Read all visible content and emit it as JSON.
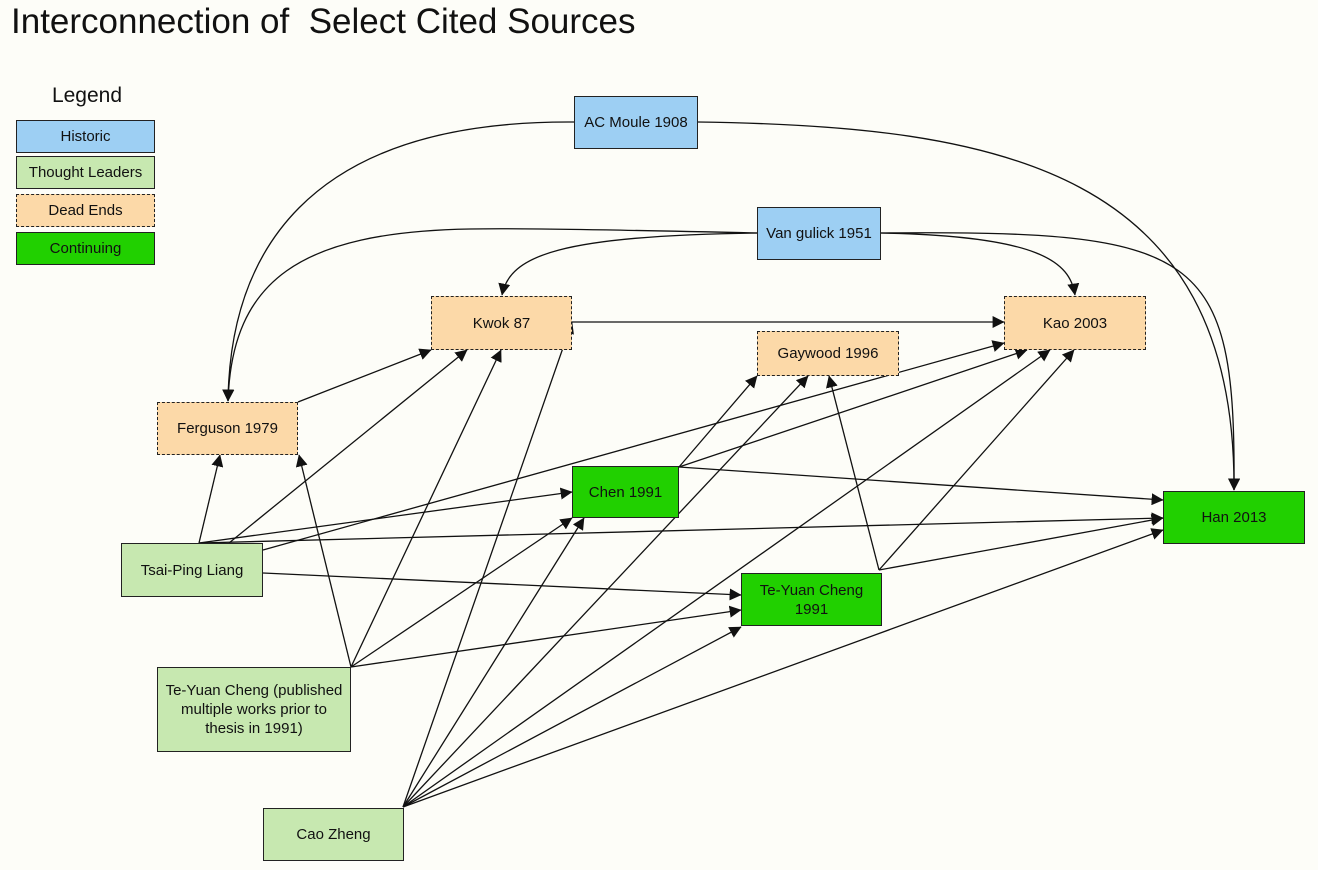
{
  "title": "Interconnection of  Select Cited Sources",
  "legend": {
    "title": "Legend",
    "items": [
      {
        "label": "Historic",
        "color": "#9dcff3",
        "style": "solid"
      },
      {
        "label": "Thought Leaders",
        "color": "#c7e8b0",
        "style": "solid"
      },
      {
        "label": "Dead Ends",
        "color": "#fcd9a8",
        "style": "dashed"
      },
      {
        "label": "Continuing",
        "color": "#21d000",
        "style": "solid"
      }
    ]
  },
  "nodes": {
    "ac_moule": {
      "label": "AC Moule 1908",
      "category": "Historic"
    },
    "van_gulick": {
      "label": "Van gulick 1951",
      "category": "Historic"
    },
    "kwok": {
      "label": "Kwok 87",
      "category": "Dead Ends"
    },
    "kao": {
      "label": "Kao 2003",
      "category": "Dead Ends"
    },
    "gaywood": {
      "label": "Gaywood 1996",
      "category": "Dead Ends"
    },
    "ferguson": {
      "label": "Ferguson 1979",
      "category": "Dead Ends"
    },
    "chen": {
      "label": "Chen 1991",
      "category": "Continuing"
    },
    "han": {
      "label": "Han 2013",
      "category": "Continuing"
    },
    "tyc1991": {
      "label": "Te-Yuan Cheng 1991",
      "category": "Continuing"
    },
    "liang": {
      "label": "Tsai-Ping Liang",
      "category": "Thought Leaders"
    },
    "tyc_prior": {
      "label": "Te-Yuan Cheng (published multiple works prior to thesis in 1991)",
      "category": "Thought Leaders"
    },
    "cao": {
      "label": "Cao Zheng",
      "category": "Thought Leaders"
    }
  },
  "edges": [
    {
      "from": "ac_moule",
      "to": "ferguson"
    },
    {
      "from": "ac_moule",
      "to": "han"
    },
    {
      "from": "van_gulick",
      "to": "ferguson"
    },
    {
      "from": "van_gulick",
      "to": "kwok"
    },
    {
      "from": "van_gulick",
      "to": "kao"
    },
    {
      "from": "van_gulick",
      "to": "han"
    },
    {
      "from": "kwok",
      "to": "kao"
    },
    {
      "from": "ferguson",
      "to": "kwok"
    },
    {
      "from": "liang",
      "to": "ferguson"
    },
    {
      "from": "liang",
      "to": "kwok"
    },
    {
      "from": "liang",
      "to": "chen"
    },
    {
      "from": "liang",
      "to": "han"
    },
    {
      "from": "liang",
      "to": "kao"
    },
    {
      "from": "liang",
      "to": "tyc1991"
    },
    {
      "from": "chen",
      "to": "gaywood"
    },
    {
      "from": "chen",
      "to": "kao"
    },
    {
      "from": "chen",
      "to": "han"
    },
    {
      "from": "tyc1991",
      "to": "gaywood"
    },
    {
      "from": "tyc1991",
      "to": "kao"
    },
    {
      "from": "tyc1991",
      "to": "han"
    },
    {
      "from": "tyc_prior",
      "to": "ferguson"
    },
    {
      "from": "tyc_prior",
      "to": "kwok"
    },
    {
      "from": "tyc_prior",
      "to": "chen"
    },
    {
      "from": "tyc_prior",
      "to": "tyc1991"
    },
    {
      "from": "cao",
      "to": "kwok"
    },
    {
      "from": "cao",
      "to": "chen"
    },
    {
      "from": "cao",
      "to": "gaywood"
    },
    {
      "from": "cao",
      "to": "kao"
    },
    {
      "from": "cao",
      "to": "tyc1991"
    },
    {
      "from": "cao",
      "to": "han"
    }
  ]
}
